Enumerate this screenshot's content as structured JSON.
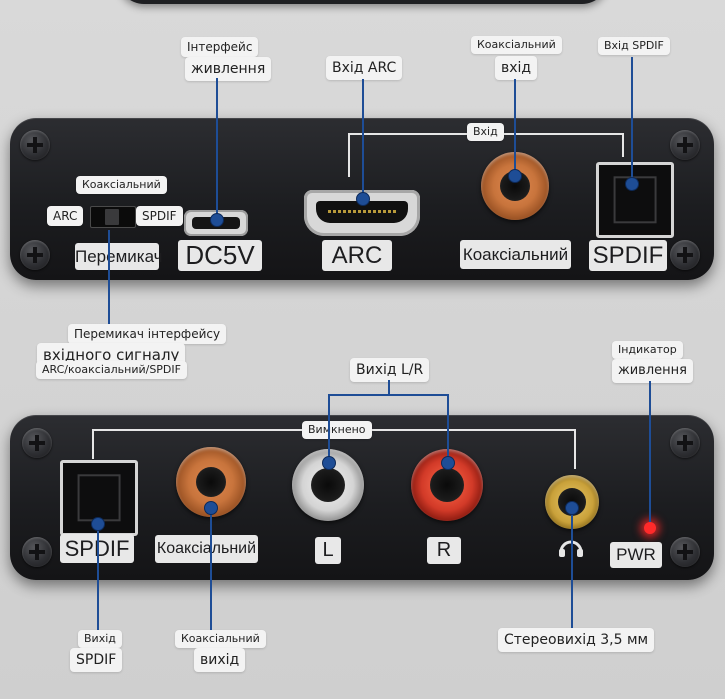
{
  "top": {
    "callouts": {
      "power_line1": "Інтерфейс",
      "power_line2": "живлення",
      "arc_in": "Вхід ARC",
      "coax_line1": "Коаксіальний",
      "coax_line2": "вхід",
      "spdif_in": "Вхід SPDIF",
      "input_bracket": "Вхід",
      "switch_line1": "Перемикач інтерфейсу",
      "switch_line2": "вхідного сигналу",
      "switch_line3": "ARC/коаксіальний/SPDIF"
    },
    "switch": {
      "top_label": "Коаксіальний",
      "left_label": "ARC",
      "right_label": "SPDIF",
      "name_label": "Перемикач"
    },
    "port_labels": {
      "power": "DC5V",
      "arc": "ARC",
      "coax": "Коаксіальний",
      "spdif": "SPDIF"
    }
  },
  "bottom": {
    "callouts": {
      "lr_out": "Вихід L/R",
      "off_bracket": "Вимкнено",
      "pwr_line1": "Індикатор",
      "pwr_line2": "живлення",
      "spdif_line1": "Вихід",
      "spdif_line2": "SPDIF",
      "coax_line1": "Коаксіальний",
      "coax_line2": "вихід",
      "stereo": "Стереовихід 3,5 мм"
    },
    "port_labels": {
      "spdif": "SPDIF",
      "coax": "Коаксіальний",
      "left": "L",
      "right": "R",
      "pwr": "PWR"
    }
  },
  "colors": {
    "callout_line": "#1e4d96",
    "panel": "#1f2023",
    "rca_white": "#e8e8e8",
    "rca_red": "#d23a28",
    "rca_orange": "#d9894f",
    "jack_gold": "#c9a13a",
    "led_red": "#ff2a2a"
  }
}
